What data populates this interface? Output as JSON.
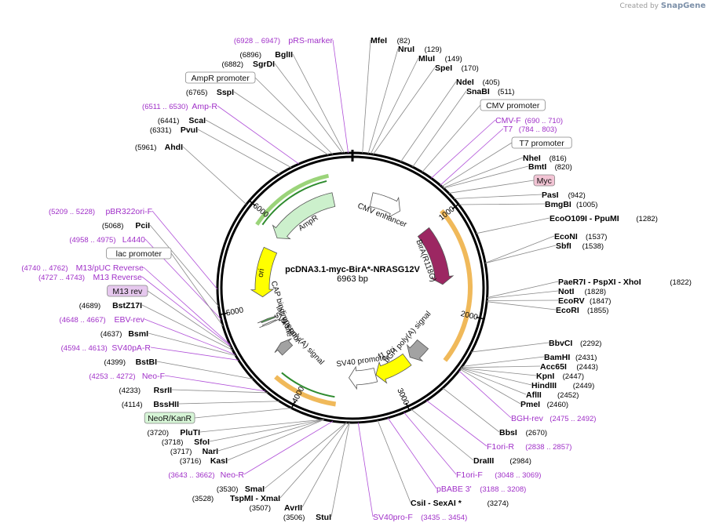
{
  "credit": {
    "prefix": "Created by",
    "brand": "SnapGene"
  },
  "plasmid": {
    "name": "pcDNA3.1-myc-BirA*-NRASG12V",
    "length": "6963 bp"
  },
  "ticks": [
    "1000",
    "2000",
    "3000",
    "4000",
    "5000",
    "6000"
  ],
  "features": [
    {
      "label": "CMV enhancer",
      "start": 235,
      "end": 614,
      "color": "#ffffff",
      "strand": "+"
    },
    {
      "label": "BirA(R118G)",
      "start": 1003,
      "end": 1700,
      "color": "#9c2762",
      "strand": "+"
    },
    {
      "label": "bGH poly(A) signal",
      "start": 2492,
      "end": 2716,
      "color": "#a2a2a2",
      "strand": "+"
    },
    {
      "label": "f1 ori",
      "start": 2762,
      "end": 3190,
      "color": "#ffff00",
      "strand": "+"
    },
    {
      "label": "SV40 promoter",
      "start": 3195,
      "end": 3525,
      "color": "#ffffff",
      "strand": "+"
    },
    {
      "label": "SV40 poly(A) signal",
      "start": 4373,
      "end": 4494,
      "color": "#a2a2a2",
      "strand": "+"
    },
    {
      "label": "lac operator",
      "start": 4768,
      "end": 4784,
      "color": "#ffffff",
      "strand": "-"
    },
    {
      "label": "CAP binding site",
      "start": 4814,
      "end": 4835,
      "color": "#55aa55",
      "strand": "+"
    },
    {
      "label": "ori",
      "start": 5110,
      "end": 5698,
      "color": "#ffff00",
      "strand": "-"
    },
    {
      "label": "AmpR",
      "start": 5869,
      "end": 6729,
      "color": "#ccf0cc",
      "strand": "-"
    },
    {
      "label": "NeoR/KanR",
      "start": 3579,
      "end": 4373,
      "color": "#ccf0cc",
      "strand": "+"
    }
  ],
  "sites_right": [
    {
      "name": "MfeI",
      "pos": "(82)"
    },
    {
      "name": "NruI",
      "pos": "(129)"
    },
    {
      "name": "MluI",
      "pos": "(149)"
    },
    {
      "name": "SpeI",
      "pos": "(170)"
    },
    {
      "name": "NdeI",
      "pos": "(405)"
    },
    {
      "name": "SnaBI",
      "pos": "(511)"
    },
    {
      "name": "CMV promoter",
      "box": true
    },
    {
      "name": "CMV-F",
      "pos": "(690 .. 710)",
      "primer": true
    },
    {
      "name": "T7",
      "pos": "(784 .. 803)",
      "primer": true
    },
    {
      "name": "T7 promoter",
      "box": true
    },
    {
      "name": "NheI",
      "pos": "(816)"
    },
    {
      "name": "BmtI",
      "pos": "(820)"
    },
    {
      "name": "Myc",
      "box": true,
      "pink": true
    },
    {
      "name": "PasI",
      "pos": "(942)"
    },
    {
      "name": "BmgBI",
      "pos": "(1005)"
    },
    {
      "name": "EcoO109I - PpuMI",
      "pos": "(1282)"
    },
    {
      "name": "EcoNI",
      "pos": "(1537)"
    },
    {
      "name": "SbfI",
      "pos": "(1538)"
    },
    {
      "name": "PaeR7I - PspXI - XhoI",
      "pos": "(1822)"
    },
    {
      "name": "NotI",
      "pos": "(1828)"
    },
    {
      "name": "EcoRV",
      "pos": "(1847)"
    },
    {
      "name": "EcoRI",
      "pos": "(1855)"
    },
    {
      "name": "BbvCI",
      "pos": "(2292)"
    },
    {
      "name": "BamHI",
      "pos": "(2431)"
    },
    {
      "name": "Acc65I",
      "pos": "(2443)"
    },
    {
      "name": "KpnI",
      "pos": "(2447)"
    },
    {
      "name": "HindIII",
      "pos": "(2449)"
    },
    {
      "name": "AflII",
      "pos": "(2452)"
    },
    {
      "name": "PmeI",
      "pos": "(2460)"
    },
    {
      "name": "BGH-rev",
      "pos": "(2475 .. 2492)",
      "primer": true
    },
    {
      "name": "BbsI",
      "pos": "(2670)"
    },
    {
      "name": "F1ori-R",
      "pos": "(2838 .. 2857)",
      "primer": true
    },
    {
      "name": "DraIII",
      "pos": "(2984)"
    },
    {
      "name": "F1ori-F",
      "pos": "(3048 .. 3069)",
      "primer": true
    },
    {
      "name": "pBABE 3'",
      "pos": "(3188 .. 3208)",
      "primer": true
    },
    {
      "name": "CsiI - SexAI *",
      "pos": "(3274)"
    },
    {
      "name": "SV40pro-F",
      "pos": "(3435 .. 3454)",
      "primer": true
    }
  ],
  "sites_left": [
    {
      "name": "pRS-marker",
      "pos": "(6928 .. 6947)",
      "primer": true
    },
    {
      "name": "BglII",
      "pos": "(6896)"
    },
    {
      "name": "SgrDI",
      "pos": "(6882)"
    },
    {
      "name": "AmpR promoter",
      "box": true
    },
    {
      "name": "SspI",
      "pos": "(6765)"
    },
    {
      "name": "Amp-R",
      "pos": "(6511 .. 6530)",
      "primer": true
    },
    {
      "name": "ScaI",
      "pos": "(6441)"
    },
    {
      "name": "PvuI",
      "pos": "(6331)"
    },
    {
      "name": "AhdI",
      "pos": "(5961)"
    },
    {
      "name": "pBR322ori-F",
      "pos": "(5209 .. 5228)",
      "primer": true
    },
    {
      "name": "PciI",
      "pos": "(5068)"
    },
    {
      "name": "L4440",
      "pos": "(4958 .. 4975)",
      "primer": true
    },
    {
      "name": "lac promoter",
      "box": true
    },
    {
      "name": "M13/pUC Reverse",
      "pos": "(4740 .. 4762)",
      "primer": true
    },
    {
      "name": "M13 Reverse",
      "pos": "(4727 .. 4743)",
      "primer": true
    },
    {
      "name": "M13 rev",
      "box": true,
      "purplebox": true
    },
    {
      "name": "BstZ17I",
      "pos": "(4689)"
    },
    {
      "name": "EBV-rev",
      "pos": "(4648 .. 4667)",
      "primer": true
    },
    {
      "name": "BsmI",
      "pos": "(4637)"
    },
    {
      "name": "SV40pA-R",
      "pos": "(4594 .. 4613)",
      "primer": true
    },
    {
      "name": "BstBI",
      "pos": "(4399)"
    },
    {
      "name": "Neo-F",
      "pos": "(4253 .. 4272)",
      "primer": true
    },
    {
      "name": "RsrII",
      "pos": "(4233)"
    },
    {
      "name": "BssHII",
      "pos": "(4114)"
    },
    {
      "name": "NeoR/KanR",
      "box": true,
      "green": true
    },
    {
      "name": "PluTI",
      "pos": "(3720)"
    },
    {
      "name": "SfoI",
      "pos": "(3718)"
    },
    {
      "name": "NarI",
      "pos": "(3717)"
    },
    {
      "name": "KasI",
      "pos": "(3716)"
    },
    {
      "name": "Neo-R",
      "pos": "(3643 .. 3662)",
      "primer": true
    },
    {
      "name": "SmaI",
      "pos": "(3530)"
    },
    {
      "name": "TspMI - XmaI",
      "pos": "(3528)"
    },
    {
      "name": "AvrII",
      "pos": "(3507)"
    },
    {
      "name": "StuI",
      "pos": "(3506)"
    }
  ]
}
